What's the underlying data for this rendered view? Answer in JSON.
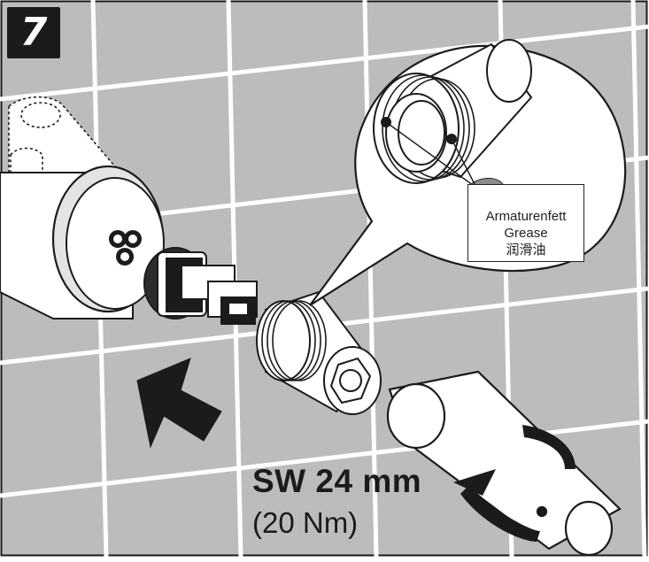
{
  "step": {
    "number": "7"
  },
  "callout": {
    "lines": [
      "Armaturenfett",
      "Grease",
      "润滑油"
    ]
  },
  "torque": {
    "wrench_size": "SW 24 mm",
    "torque_value": "(20 Nm)"
  },
  "icons": {
    "direction_arrow": "insert-direction-arrow-icon",
    "rotation_arrow": "rotation-arrow-icon",
    "magnifier_bubble": "detail-zoom-bubble"
  },
  "colors": {
    "outline": "#1b1b1b",
    "tile_fill": "#b9b9b9",
    "tile_grout": "#ffffff",
    "grease_blob": "#8c8c8c",
    "part_fill": "#ffffff"
  }
}
